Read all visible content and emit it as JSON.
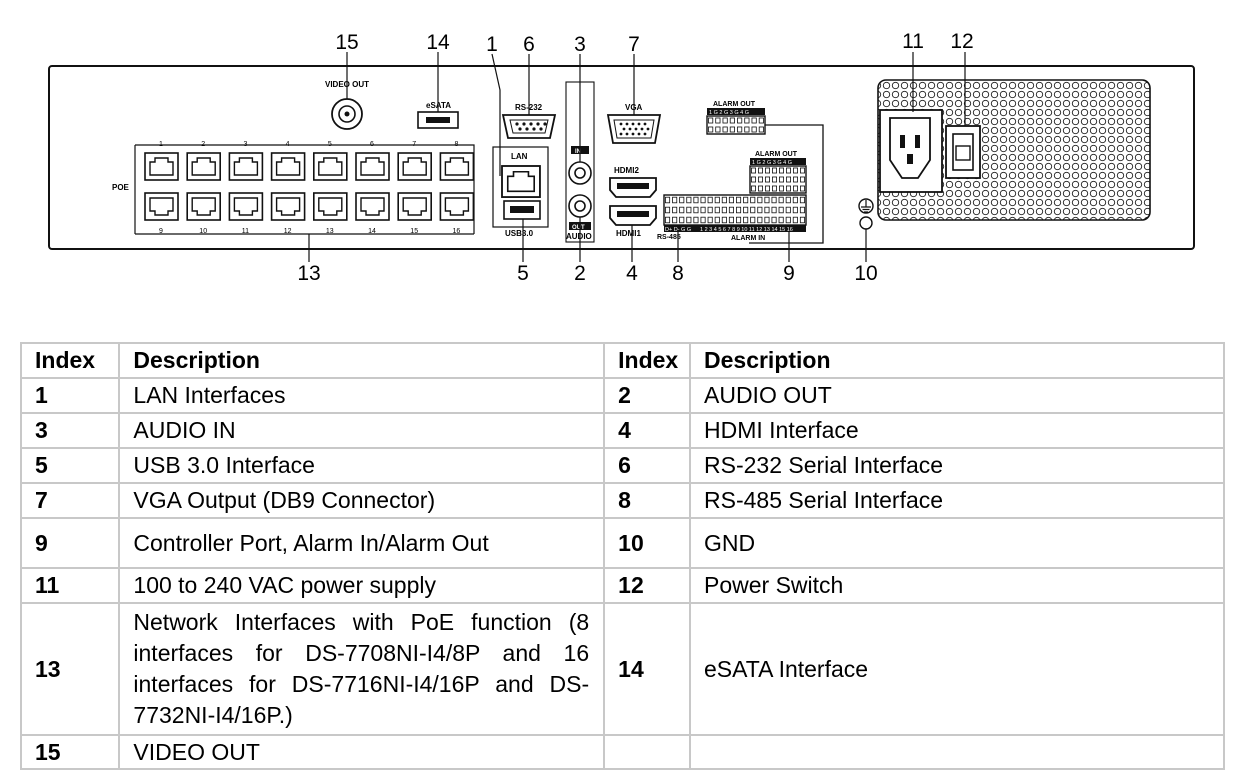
{
  "diagram": {
    "callouts": [
      "15",
      "14",
      "1",
      "6",
      "3",
      "7",
      "11",
      "12",
      "13",
      "5",
      "2",
      "4",
      "8",
      "9",
      "10"
    ],
    "panel_labels": {
      "video_out": "VIDEO OUT",
      "esata": "eSATA",
      "rs232": "RS-232",
      "in": "IN",
      "vga": "VGA",
      "alarm_out_top": "ALARM OUT",
      "alarm_out_top_pins": "1 G 2 G 3 G 4 G",
      "alarm_out_mid": "ALARM OUT",
      "alarm_out_mid_pins": "1 G 2 G 3 G 4 G",
      "lan": "LAN",
      "poe": "POE",
      "usb": "USB3.0",
      "out": "OUT",
      "audio": "AUDIO",
      "hdmi2": "HDMI2",
      "hdmi1": "HDMI1",
      "rs485_pins": "D+ D-  G  G",
      "rs485": "RS-485",
      "alarm_in_pins": "1 2 3 4 5 6 7 8  9 10 11 12 13 14 15 16",
      "alarm_in": "ALARM IN"
    },
    "poe_top_numbers": [
      "1",
      "2",
      "3",
      "4",
      "5",
      "6",
      "7",
      "8"
    ],
    "poe_bottom_numbers": [
      "9",
      "10",
      "11",
      "12",
      "13",
      "14",
      "15",
      "16"
    ]
  },
  "table": {
    "headers": {
      "index": "Index",
      "description": "Description",
      "index2": "Index",
      "description2": "Description"
    },
    "rows": [
      {
        "i1": "1",
        "d1": "LAN Interfaces",
        "i2": "2",
        "d2": "AUDIO OUT"
      },
      {
        "i1": "3",
        "d1": "AUDIO IN",
        "i2": "4",
        "d2": "HDMI Interface"
      },
      {
        "i1": "5",
        "d1": "USB 3.0 Interface",
        "i2": "6",
        "d2": "RS-232 Serial Interface"
      },
      {
        "i1": "7",
        "d1": "VGA Output (DB9 Connector)",
        "i2": "8",
        "d2": "RS-485 Serial Interface"
      },
      {
        "i1": "9",
        "d1": "Controller Port, Alarm In/Alarm Out",
        "i2": "10",
        "d2": "GND"
      },
      {
        "i1": "11",
        "d1": "100 to 240 VAC power supply",
        "i2": "12",
        "d2": "Power Switch"
      },
      {
        "i1": "13",
        "d1": "Network Interfaces with PoE function (8 interfaces for DS-7708NI-I4/8P and 16 interfaces for DS-7716NI-I4/16P and DS-7732NI-I4/16P.)",
        "i2": "14",
        "d2": "eSATA Interface"
      },
      {
        "i1": "15",
        "d1": "VIDEO OUT",
        "i2": "",
        "d2": ""
      }
    ]
  }
}
